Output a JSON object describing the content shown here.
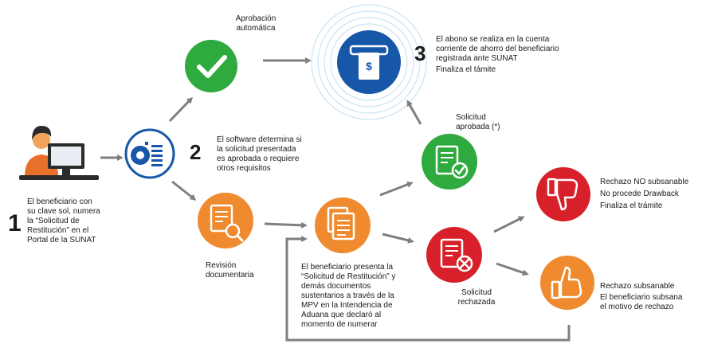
{
  "steps": {
    "step1": {
      "number": "1",
      "text": "El beneficiario con\nsu clave sol, numera\nla “Solicitud de\nRestitución” en el\nPortal de la SUNAT"
    },
    "step2": {
      "number": "2",
      "text": "El software determina si\nla solicitud presentada\nes aprobada o requiere\notros requisitos"
    },
    "step3": {
      "number": "3",
      "text": "El abono se realiza en la cuenta\ncorriente de ahorro del beneficiario\nregistrada ante SUNAT",
      "finaliza": "Finaliza el támite"
    }
  },
  "labels": {
    "aprobacion": "Aprobación\nautomática",
    "revision": "Revisión\ndocumentaria",
    "presenta": "El beneficiario presenta la\n“Solicitud de Restitución” y\ndemás documentos\nsustentarios a través de la\nMPV en la Intendencia de\nAduana que declaró al\nmomento de numerar",
    "aprobada": "Solicitud\naprobada (*)",
    "rechazada": "Solicitud\nrechazada",
    "rechazo_no": "Rechazo NO subsanable",
    "no_procede": "No procede Drawback",
    "finaliza_tramite": "Finaliza el trámite",
    "rechazo_sub": "Rechazo subsanable",
    "subsana": "El beneficiario subsana\nel motivo de rechazo"
  },
  "icons": {
    "user": "person-at-computer-icon",
    "software": "software-processing-icon",
    "approval": "checkmark-icon",
    "atm": "atm-cash-icon",
    "review": "document-magnifier-icon",
    "documents": "documents-stack-icon",
    "approved": "document-check-icon",
    "rejected": "document-reject-icon",
    "thumbs_down": "thumbs-down-icon",
    "thumbs_up": "thumbs-up-icon"
  },
  "colors": {
    "green": "#2faa3f",
    "orange": "#ef8a2e",
    "red": "#d8202a",
    "blue": "#1657a8",
    "arrow": "#7f7f7f"
  }
}
